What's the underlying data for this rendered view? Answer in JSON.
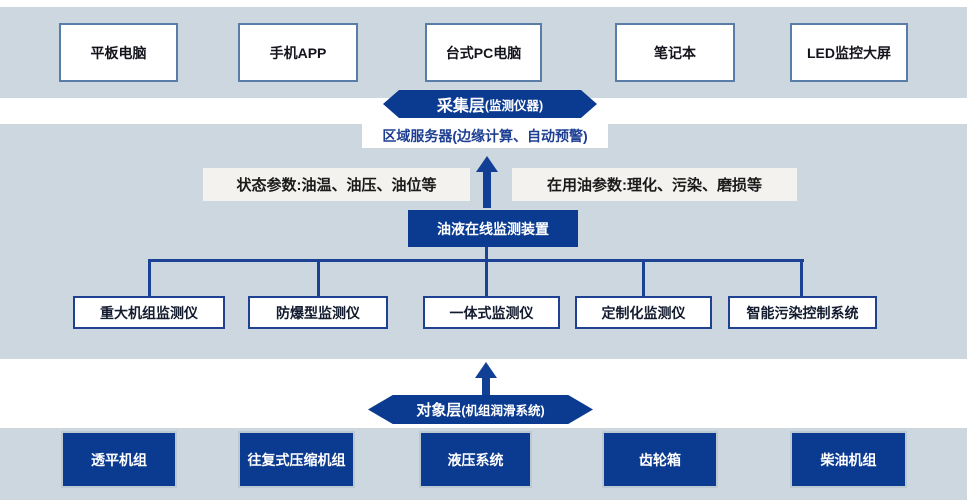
{
  "colors": {
    "band_background": "#ccd7df",
    "primary_dark_blue": "#0b3a91",
    "connector_blue": "#1c4296",
    "top_box_border": "#5a7da8",
    "instrument_box_border": "#1e4291",
    "param_label_background": "#f3f2ee",
    "server_text_blue": "#1d3e92"
  },
  "device_layer": {
    "boxes": [
      {
        "label": "平板电脑"
      },
      {
        "label": "手机APP"
      },
      {
        "label": "台式PC电脑"
      },
      {
        "label": "笔记本"
      },
      {
        "label": "LED监控大屏"
      }
    ]
  },
  "collection_layer": {
    "title": "采集层",
    "subtitle": "(监测仪器)"
  },
  "edge_server": {
    "label": "区域服务器(边缘计算、自动预警)"
  },
  "parameters": {
    "status": "状态参数:油温、油压、油位等",
    "oil": "在用油参数:理化、污染、磨损等"
  },
  "monitoring_device": {
    "label": "油液在线监测装置"
  },
  "instruments": {
    "boxes": [
      {
        "label": "重大机组监测仪"
      },
      {
        "label": "防爆型监测仪"
      },
      {
        "label": "一体式监测仪"
      },
      {
        "label": "定制化监测仪"
      },
      {
        "label": "智能污染控制系统"
      }
    ]
  },
  "object_layer": {
    "title": "对象层",
    "subtitle": " (机组润滑系统)"
  },
  "equipment": {
    "boxes": [
      {
        "label": "透平机组"
      },
      {
        "label": "往复式压缩机组"
      },
      {
        "label": "液压系统"
      },
      {
        "label": "齿轮箱"
      },
      {
        "label": "柴油机组"
      }
    ]
  }
}
